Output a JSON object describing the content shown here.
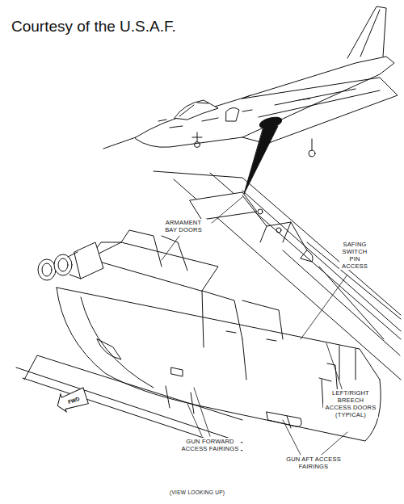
{
  "diagram": {
    "title": "Courtesy of the U.S.A.F.",
    "caption": "(VIEW LOOKING UP)",
    "nodes": [
      {
        "text": [
          "FWD"
        ]
      }
    ],
    "edges": [],
    "labels": [
      "ARMAMENT BAY DOORS",
      "SAFING SWITCH PIN ACCESS",
      "LEFT/RIGHT BREECH ACCESS DOORS (TYPICAL)",
      "GUN FORWARD ACCESS FAIRINGS",
      "GUN AFT ACCESS FAIRINGS"
    ]
  }
}
